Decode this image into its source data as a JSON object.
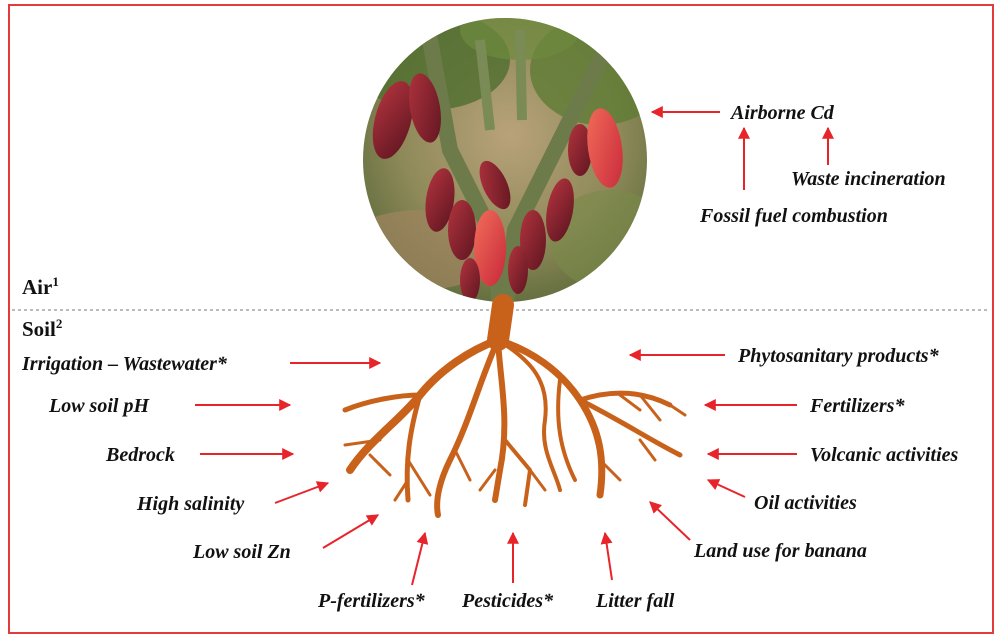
{
  "zones": {
    "air": {
      "label": "Air",
      "note": "1"
    },
    "soil": {
      "label": "Soil",
      "note": "2"
    }
  },
  "air_sources": {
    "airborne": "Airborne Cd",
    "waste": "Waste incineration",
    "fossil": "Fossil fuel combustion"
  },
  "soil_sources_left": {
    "irrigation": "Irrigation – Wastewater*",
    "low_ph": "Low soil pH",
    "bedrock": "Bedrock",
    "salinity": "High salinity",
    "low_zn": "Low soil Zn"
  },
  "soil_sources_bottom": {
    "p_fert": "P-fertilizers*",
    "pesticides": "Pesticides*",
    "litter": "Litter fall"
  },
  "soil_sources_right": {
    "phyto": "Phytosanitary products*",
    "fert": "Fertilizers*",
    "volcanic": "Volcanic activities",
    "oil": "Oil activities",
    "banana": "Land use for banana"
  },
  "colors": {
    "arrow": "#e8242b",
    "root": "#c8621b",
    "frame": "#e23b3b"
  },
  "image": {
    "subject": "cacao-tree-with-pods"
  }
}
